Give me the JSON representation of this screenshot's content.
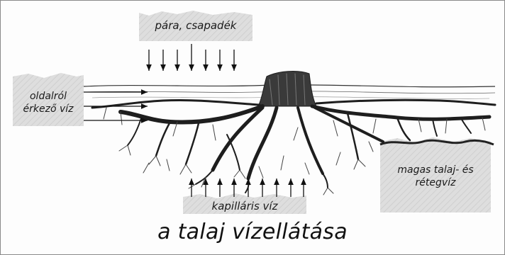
{
  "labels": {
    "precipitation": "pára, csapadék",
    "lateral_line1": "oldalról",
    "lateral_line2": "érkező víz",
    "groundwater_line1": "magas talaj- és",
    "groundwater_line2": "rétegvíz",
    "capillary": "kapilláris víz"
  },
  "title": "a talaj vízellátása",
  "icons": [
    "tree-stump-roots-drawing",
    "down-arrow-icon",
    "up-arrow-icon",
    "right-arrow-icon",
    "wavy-water-table-icon"
  ],
  "colors": {
    "label_patch": "#dcdcdc",
    "ink": "#1a1a1a",
    "border": "#8a8a8a"
  }
}
